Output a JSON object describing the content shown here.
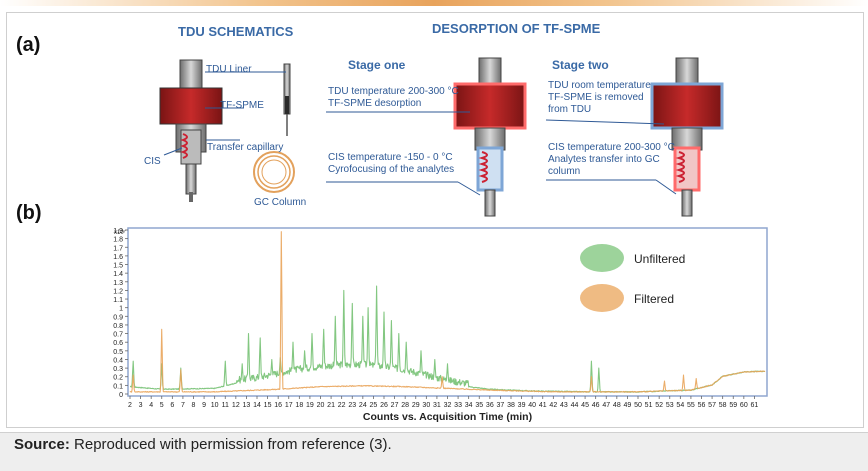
{
  "panel_a": {
    "letter": "(a)",
    "tdu_title": "TDU SCHEMATICS",
    "desorption_title": "DESORPTION OF TF-SPME",
    "stage_one": "Stage one",
    "stage_two": "Stage two",
    "schematic_labels": {
      "tdu_liner": "TDU Liner",
      "tf_spme": "TF-SPME",
      "transfer_capillary": "Transfer capillary",
      "cis": "CIS",
      "gc_column": "GC Column"
    },
    "stage_one_labels": {
      "tdu_line1": "TDU temperature 200-300 °C",
      "tdu_line2": "TF-SPME desorption",
      "cis_line1": "CIS temperature -150 - 0 °C",
      "cis_line2": "Cyrofocusing of the analytes"
    },
    "stage_two_labels": {
      "tdu_line1": "TDU room temperature",
      "tdu_line2": "TF-SPME is removed",
      "tdu_line3": "from TDU",
      "cis_line1": "CIS temperature 200-300 °C",
      "cis_line2": "Analytes transfer into GC",
      "cis_line3": "column"
    }
  },
  "panel_b": {
    "letter": "(b)"
  },
  "chart_data": {
    "type": "line",
    "xlabel": "Counts vs. Acquisition Time (min)",
    "ylabel": "",
    "y_multiplier": "x10⁷",
    "xlim": [
      2,
      62
    ],
    "ylim": [
      0,
      1.9
    ],
    "x_ticks": [
      "2",
      "3",
      "4",
      "5",
      "6",
      "7",
      "8",
      "9",
      "10",
      "11",
      "12",
      "13",
      "14",
      "15",
      "16",
      "17",
      "18",
      "19",
      "20",
      "21",
      "22",
      "23",
      "24",
      "25",
      "26",
      "27",
      "28",
      "29",
      "30",
      "31",
      "32",
      "33",
      "34",
      "35",
      "36",
      "37",
      "38",
      "39",
      "40",
      "41",
      "42",
      "43",
      "44",
      "45",
      "46",
      "47",
      "48",
      "49",
      "50",
      "51",
      "52",
      "53",
      "54",
      "55",
      "56",
      "57",
      "58",
      "59",
      "60",
      "61"
    ],
    "y_ticks": [
      "0",
      "0.1",
      "0.2",
      "0.3",
      "0.4",
      "0.5",
      "0.6",
      "0.7",
      "0.8",
      "0.9",
      "1",
      "1.1",
      "1.2",
      "1.3",
      "1.4",
      "1.5",
      "1.6",
      "1.7",
      "1.8",
      "1.9"
    ],
    "grid": false,
    "legend_position": "top-right",
    "series": [
      {
        "name": "Unfiltered",
        "color": "#7cc47a",
        "baseline": [
          [
            2,
            0.08
          ],
          [
            5,
            0.05
          ],
          [
            10,
            0.06
          ],
          [
            12,
            0.12
          ],
          [
            14,
            0.15
          ],
          [
            16,
            0.2
          ],
          [
            18,
            0.25
          ],
          [
            20,
            0.28
          ],
          [
            22,
            0.3
          ],
          [
            24,
            0.3
          ],
          [
            26,
            0.28
          ],
          [
            28,
            0.24
          ],
          [
            30,
            0.18
          ],
          [
            32,
            0.12
          ],
          [
            34,
            0.08
          ],
          [
            36,
            0.05
          ],
          [
            40,
            0.03
          ],
          [
            45,
            0.02
          ],
          [
            50,
            0.02
          ],
          [
            55,
            0.04
          ],
          [
            57,
            0.1
          ],
          [
            58,
            0.2
          ],
          [
            60,
            0.25
          ],
          [
            62,
            0.26
          ]
        ],
        "peaks": [
          [
            2.3,
            0.38
          ],
          [
            5.0,
            0.35
          ],
          [
            6.8,
            0.3
          ],
          [
            11.0,
            0.38
          ],
          [
            12.6,
            0.35
          ],
          [
            13.2,
            0.7
          ],
          [
            14.3,
            0.65
          ],
          [
            15.4,
            0.4
          ],
          [
            16.2,
            0.42
          ],
          [
            17.4,
            0.6
          ],
          [
            18.5,
            0.5
          ],
          [
            19.2,
            0.7
          ],
          [
            20.3,
            0.75
          ],
          [
            21.4,
            0.9
          ],
          [
            22.2,
            1.2
          ],
          [
            23.0,
            1.05
          ],
          [
            24.0,
            0.9
          ],
          [
            24.5,
            1.0
          ],
          [
            25.3,
            1.25
          ],
          [
            26.0,
            0.95
          ],
          [
            26.7,
            0.85
          ],
          [
            27.4,
            0.7
          ],
          [
            28.1,
            0.6
          ],
          [
            29.5,
            0.5
          ],
          [
            30.8,
            0.4
          ],
          [
            32.0,
            0.35
          ],
          [
            45.6,
            0.38
          ],
          [
            46.3,
            0.3
          ]
        ]
      },
      {
        "name": "Filtered",
        "color": "#e9a45a",
        "baseline": [
          [
            2,
            0.02
          ],
          [
            10,
            0.02
          ],
          [
            16,
            0.05
          ],
          [
            20,
            0.08
          ],
          [
            24,
            0.09
          ],
          [
            28,
            0.08
          ],
          [
            32,
            0.06
          ],
          [
            36,
            0.04
          ],
          [
            42,
            0.02
          ],
          [
            50,
            0.02
          ],
          [
            55,
            0.04
          ],
          [
            57,
            0.1
          ],
          [
            58,
            0.2
          ],
          [
            60,
            0.25
          ],
          [
            62,
            0.26
          ]
        ],
        "peaks": [
          [
            2.3,
            0.22
          ],
          [
            5.0,
            0.75
          ],
          [
            6.8,
            0.28
          ],
          [
            16.3,
            1.88
          ],
          [
            31.5,
            0.2
          ],
          [
            45.6,
            0.2
          ],
          [
            52.5,
            0.15
          ],
          [
            54.3,
            0.22
          ],
          [
            55.5,
            0.18
          ]
        ]
      }
    ]
  },
  "source": {
    "label": "Source:",
    "text": "Reproduced with permission from reference (3)."
  }
}
